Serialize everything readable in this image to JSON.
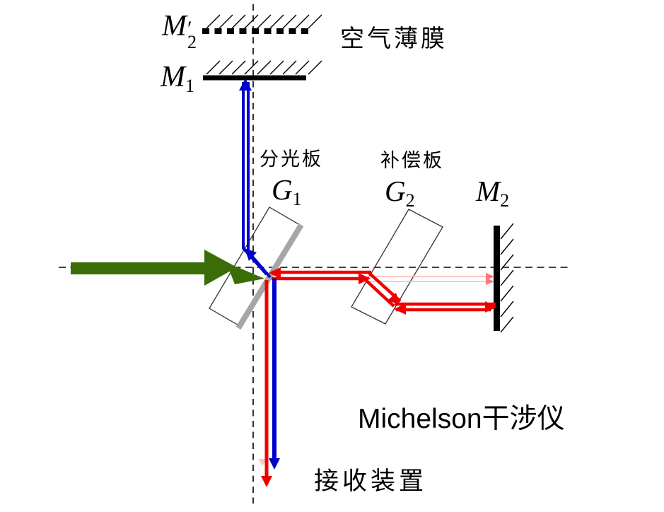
{
  "figure": {
    "caption": "Michelson干涉仪",
    "labels": {
      "m2_virtual": {
        "base": "M",
        "prime": "′",
        "sub": "2"
      },
      "air_film": "空气薄膜",
      "m1": {
        "base": "M",
        "sub": "1"
      },
      "splitter_name": "分光板",
      "g1": {
        "base": "G",
        "sub": "1"
      },
      "compensator_name": "补偿板",
      "g2": {
        "base": "G",
        "sub": "2"
      },
      "m2": {
        "base": "M",
        "sub": "2"
      },
      "receiver": "接收装置"
    }
  },
  "colors": {
    "incident_green": "#3a6d08",
    "beam_blue": "#0000cc",
    "beam_red": "#ee0000",
    "faint_red": "#ffb3b3",
    "faint_red_arrow": "#ff7777",
    "coating_gray": "#a6a6a6",
    "ink_black": "#000000"
  }
}
